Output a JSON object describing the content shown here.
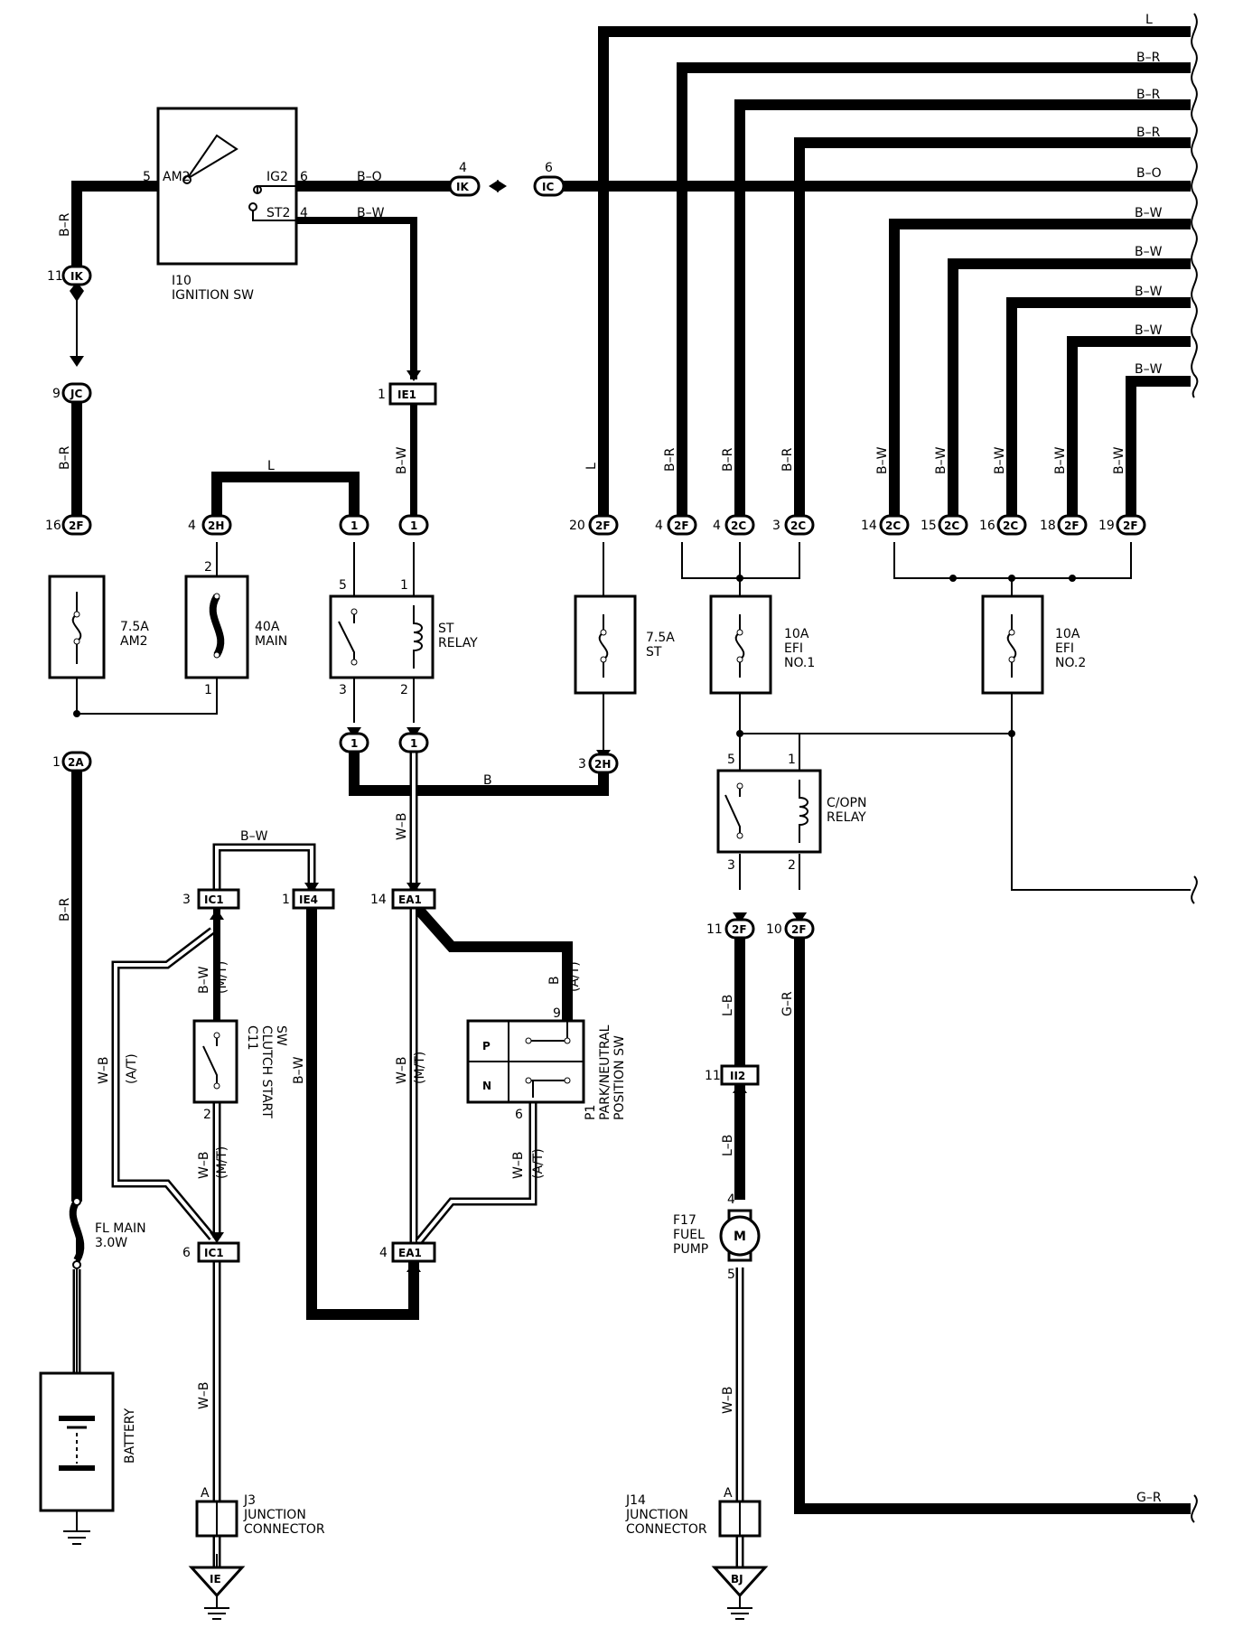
{
  "components": {
    "ignition_sw": {
      "id": "I10",
      "name": "IGNITION SW",
      "am2": "AM2",
      "ig2": "IG2",
      "st2": "ST2"
    },
    "st_relay": {
      "name1": "ST",
      "name2": "RELAY"
    },
    "copn_relay": {
      "name1": "C/OPN",
      "name2": "RELAY"
    },
    "fuse_am2": {
      "rating": "7.5A",
      "name": "AM2"
    },
    "fuse_main": {
      "rating": "40A",
      "name": "MAIN"
    },
    "fuse_st": {
      "rating": "7.5A",
      "name": "ST"
    },
    "fuse_efi1": {
      "rating": "10A",
      "name1": "EFI",
      "name2": "NO.1"
    },
    "fuse_efi2": {
      "rating": "10A",
      "name1": "EFI",
      "name2": "NO.2"
    },
    "fl_main": {
      "name": "FL MAIN",
      "rating": "3.0W"
    },
    "battery": {
      "name": "BATTERY"
    },
    "clutch_sw": {
      "id": "C11",
      "name1": "CLUTCH START",
      "name2": "SW"
    },
    "pn_sw": {
      "id": "P1",
      "name1": "PARK/NEUTRAL",
      "name2": "POSITION SW",
      "p": "P",
      "n": "N"
    },
    "fuel_pump": {
      "id": "F17",
      "name1": "FUEL",
      "name2": "PUMP",
      "motor": "M"
    },
    "j3": {
      "id": "J3",
      "name1": "JUNCTION",
      "name2": "CONNECTOR",
      "pin": "A",
      "ground": "IE"
    },
    "j14": {
      "id": "J14",
      "name1": "JUNCTION",
      "name2": "CONNECTOR",
      "pin": "A",
      "ground": "BJ"
    }
  },
  "connectors": {
    "IK": "IK",
    "IC": "IC",
    "JC": "JC",
    "F2": "2F",
    "H2": "2H",
    "A2": "2A",
    "C2": "2C",
    "one": "1",
    "IE1": "IE1",
    "IC1": "IC1",
    "IE4": "IE4",
    "EA1": "EA1",
    "II2": "II2"
  },
  "pins": {
    "n1": "1",
    "n2": "2",
    "n3": "3",
    "n4": "4",
    "n5": "5",
    "n6": "6",
    "n9": "9",
    "n10": "10",
    "n11": "11",
    "n14": "14",
    "n15": "15",
    "n16": "16",
    "n18": "18",
    "n19": "19",
    "n20": "20"
  },
  "wire_colors": {
    "L": "L",
    "BR": "B–R",
    "BO": "B–O",
    "BW": "B–W",
    "B": "B",
    "WB": "W–B",
    "LB": "L–B",
    "GR": "G–R"
  },
  "variants": {
    "mt": "(M/T)",
    "at": "(A/T)"
  }
}
